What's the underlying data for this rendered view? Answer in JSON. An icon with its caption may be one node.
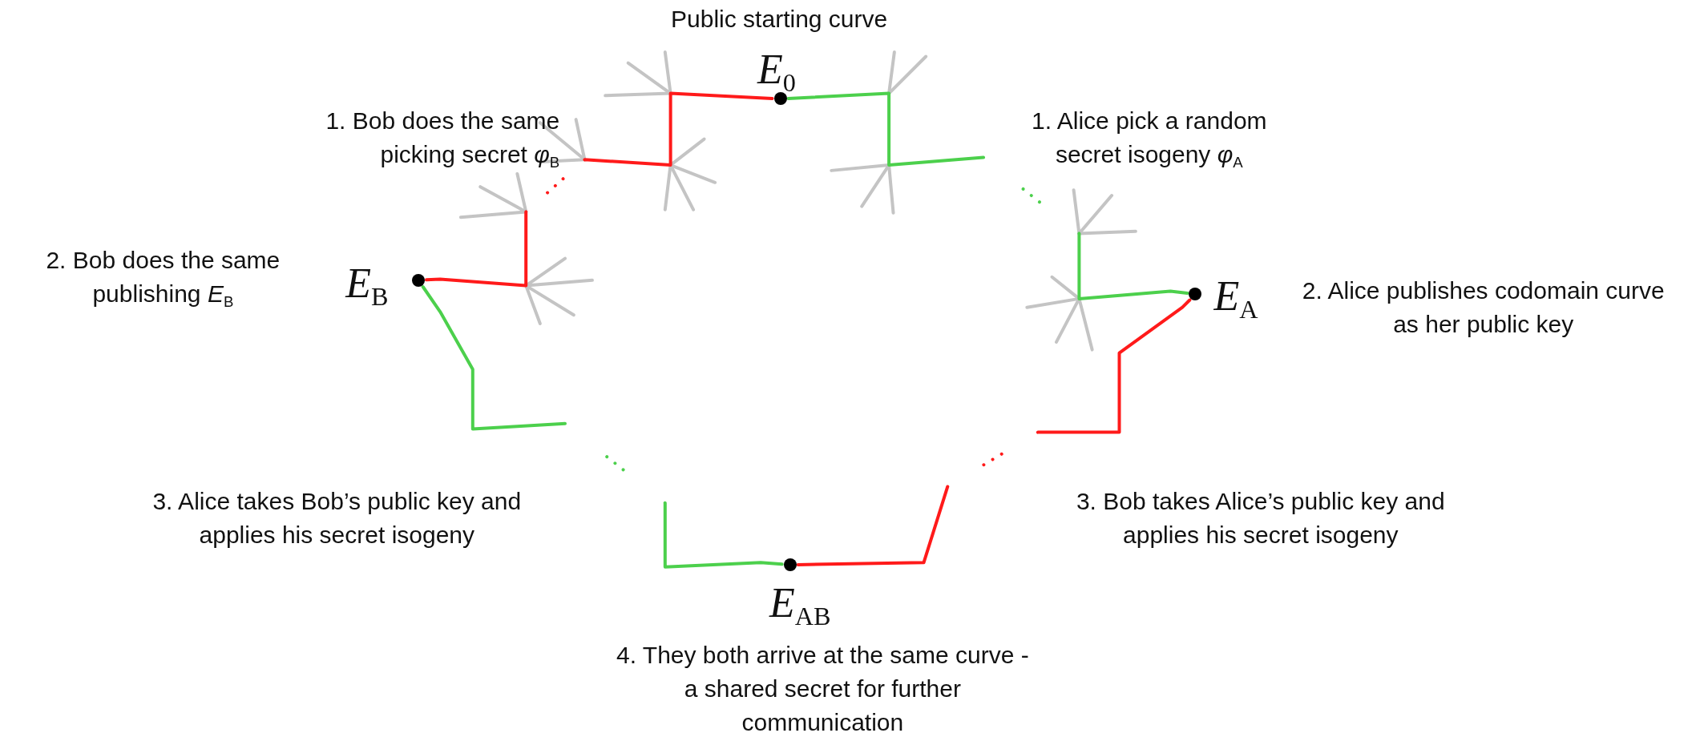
{
  "diagram": {
    "nodes": [
      {
        "text": [],
        "shape": "circle",
        "beside": [
          "Public starting curve",
          "*E*$_{0}$"
        ]
      },
      {
        "text": [],
        "shape": "circle",
        "beside": [
          "2. Bob does the same publishing *E*$_{B}$",
          "*E*$_{B}$"
        ]
      },
      {
        "text": [],
        "shape": "circle",
        "beside": [
          "*E*$_{A}$",
          "2. Alice publishes codomain curve as her public key"
        ]
      },
      {
        "text": [],
        "shape": "circle",
        "beside": [
          "*E*$_{AB}$",
          "4. They both arrive at the same curve - a shared secret for further communication"
        ]
      }
    ],
    "edges": [
      {
        "from": 0,
        "to": 2,
        "arrow": "none",
        "color": "#4cd04c"
      },
      {
        "from": 0,
        "to": 1,
        "arrow": "none",
        "color": "#ff1a1a"
      },
      {
        "from": 1,
        "to": 3,
        "arrow": "none",
        "color": "#4cd04c"
      },
      {
        "from": 2,
        "to": 3,
        "arrow": "none",
        "color": "#ff1a1a"
      }
    ],
    "labels": [
      "1. Bob does the same picking secret *φ*$_{B}$",
      "1. Alice pick a random secret isogeny *φ*$_{A}$",
      "3. Alice takes Bob’s public key and applies his secret isogeny",
      "3. Bob takes Alice’s public key and applies his secret isogeny"
    ]
  }
}
